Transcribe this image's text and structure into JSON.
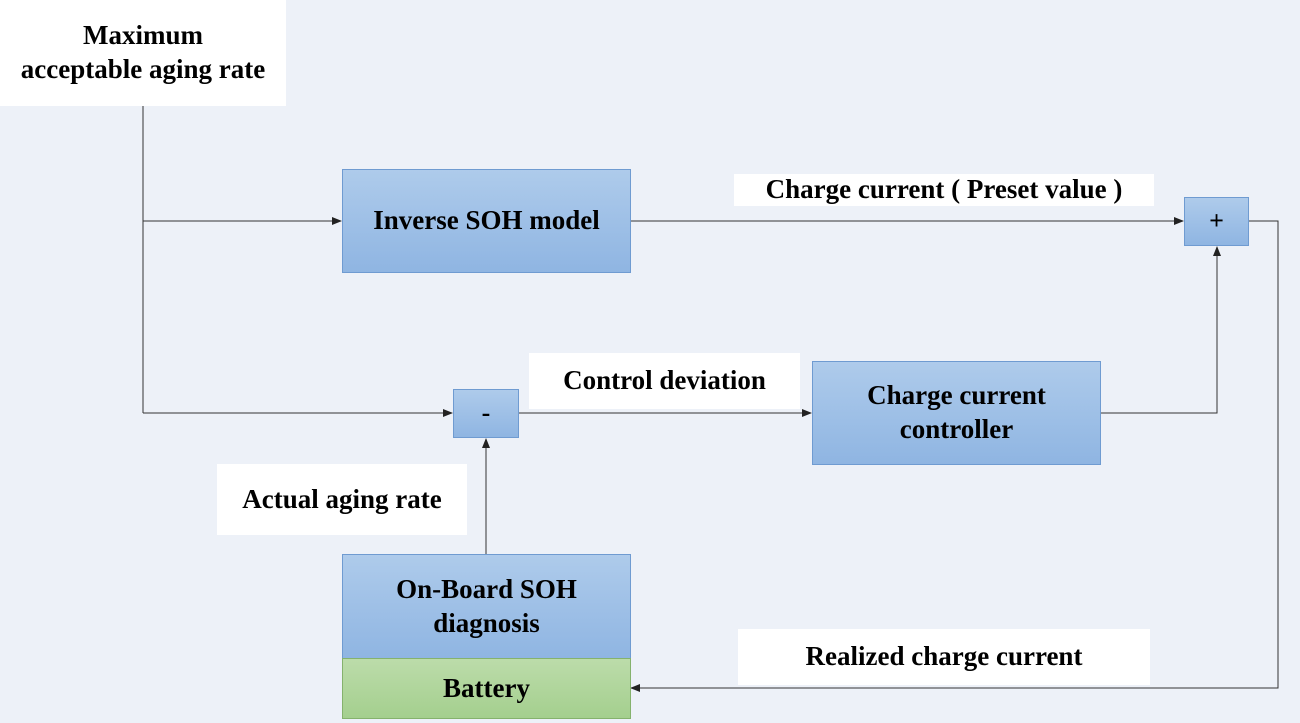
{
  "inputs": {
    "max_aging_rate": "Maximum\nacceptable aging rate"
  },
  "blocks": {
    "inverse_soh_model": "Inverse SOH model",
    "sum_sign": "+",
    "diff_sign": "-",
    "charge_current_controller": "Charge current\ncontroller",
    "onboard_soh_diagnosis": "On-Board SOH\ndiagnosis",
    "battery": "Battery"
  },
  "signals": {
    "charge_current_preset": "Charge current ( Preset value )",
    "control_deviation": "Control deviation",
    "actual_aging_rate": "Actual aging rate",
    "realized_charge_current": "Realized charge current"
  }
}
